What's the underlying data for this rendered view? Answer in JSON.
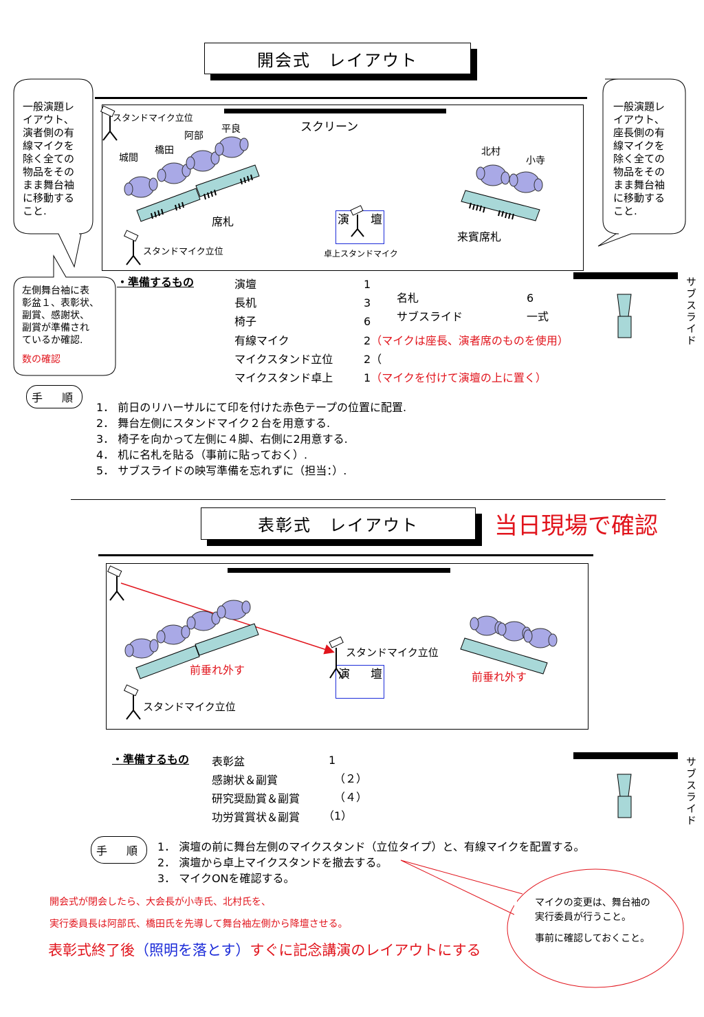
{
  "top": {
    "title": "開会式　レイアウト",
    "screen_label": "スクリーン",
    "left_callout": "一般演題レ\nイアウト、\n演者側の有\n線マイクを\n除く全ての\n物品をその\nまま舞台袖\nに移動する\nこと.",
    "right_callout": "一般演題レ\nイアウト、\n座長側の有\n線マイクを\n除く全ての\n物品をその\nまま舞台袖\nに移動する\nこと.",
    "check_callout": "左側舞台袖に表\n彰盆１、表彰状、\n副賞、感謝状、\n副賞が準備され\nているか確認.",
    "check_callout_red": "数の確認",
    "mic_stand_top": "スタンドマイク立位",
    "mic_stand_bottom": "スタンドマイク立位",
    "podium_left": "演",
    "podium_right": "壇",
    "tabletop_mic": "卓上スタンドマイク",
    "names": {
      "jouma": "城間",
      "hashida": "橋田",
      "abe": "阿部",
      "taira": "平良",
      "kitamura": "北村",
      "kotera": "小寺"
    },
    "seat_tag": "席札",
    "guest_seat_tag": "来賓席札",
    "prep_heading": "・準備するもの",
    "prep_items": [
      {
        "name": "演壇",
        "qty": "1",
        "note": ""
      },
      {
        "name": "長机",
        "qty": "3",
        "note": ""
      },
      {
        "name": "椅子",
        "qty": "6",
        "note": ""
      },
      {
        "name": "有線マイク",
        "qty": "2",
        "note": "（マイクは座長、演者席のものを使用）"
      },
      {
        "name": "マイクスタンド立位",
        "qty": "2（",
        "note": ""
      },
      {
        "name": "マイクスタンド卓上",
        "qty": "1",
        "note": "（マイクを付けて演壇の上に置く）"
      }
    ],
    "prep_items2": [
      {
        "name": "名札",
        "qty": "6"
      },
      {
        "name": "サブスライド",
        "qty": "一式"
      }
    ],
    "sub_slide": "サブスライド",
    "steps_label": "手　順",
    "steps": [
      "1． 前日のリハーサルにて印を付けた赤色テープの位置に配置.",
      "2． 舞台左側にスタンドマイク２台を用意する.",
      "3． 椅子を向かって左側に４脚、右側に2用意する.",
      "4． 机に名札を貼る（事前に貼っておく）.",
      "5． サブスライドの映写準備を忘れずに（担当：）."
    ]
  },
  "bottom": {
    "title": "表彰式　レイアウト",
    "confirm": "当日現場で確認",
    "mic_stand_podium": "スタンドマイク立位",
    "mic_stand_bottom": "スタンドマイク立位",
    "podium_left": "演",
    "podium_right": "壇",
    "remove_front_left": "前垂れ外す",
    "remove_front_right": "前垂れ外す",
    "prep_heading": "・準備するもの",
    "prep_items": [
      {
        "name": "表彰盆",
        "qty": "1"
      },
      {
        "name": "感謝状＆副賞",
        "qty": "（２）"
      },
      {
        "name": "研究奨励賞＆副賞",
        "qty": "（４）"
      },
      {
        "name": "功労賞賞状＆副賞",
        "qty": "（1）"
      }
    ],
    "sub_slide": "サブスライド",
    "steps_label": "手　順",
    "steps": [
      "1． 演壇の前に舞台左側のマイクスタンド（立位タイプ）と、有線マイクを配置する。",
      "2． 演壇から卓上マイクスタンドを撤去する。",
      "3． マイクONを確認する。"
    ],
    "note1": "開会式が閉会したら、大会長が小寺氏、北村氏を、",
    "note2": "実行委員長は阿部氏、橋田氏を先導して舞台袖左側から降壇させる。",
    "final_a": "表彰式終了後",
    "final_b": "（照明を落とす）",
    "final_c": "すぐに記念講演のレイアウトにする",
    "ellipse_line1": "マイクの変更は、舞台袖の",
    "ellipse_line2": "実行委員が行うこと。",
    "ellipse_line3": "事前に確認しておくこと。"
  },
  "colors": {
    "red": "#e1141c",
    "blue": "#1a2ad8",
    "teal": "#a8d8d8",
    "chair": "#a9a9e6"
  }
}
